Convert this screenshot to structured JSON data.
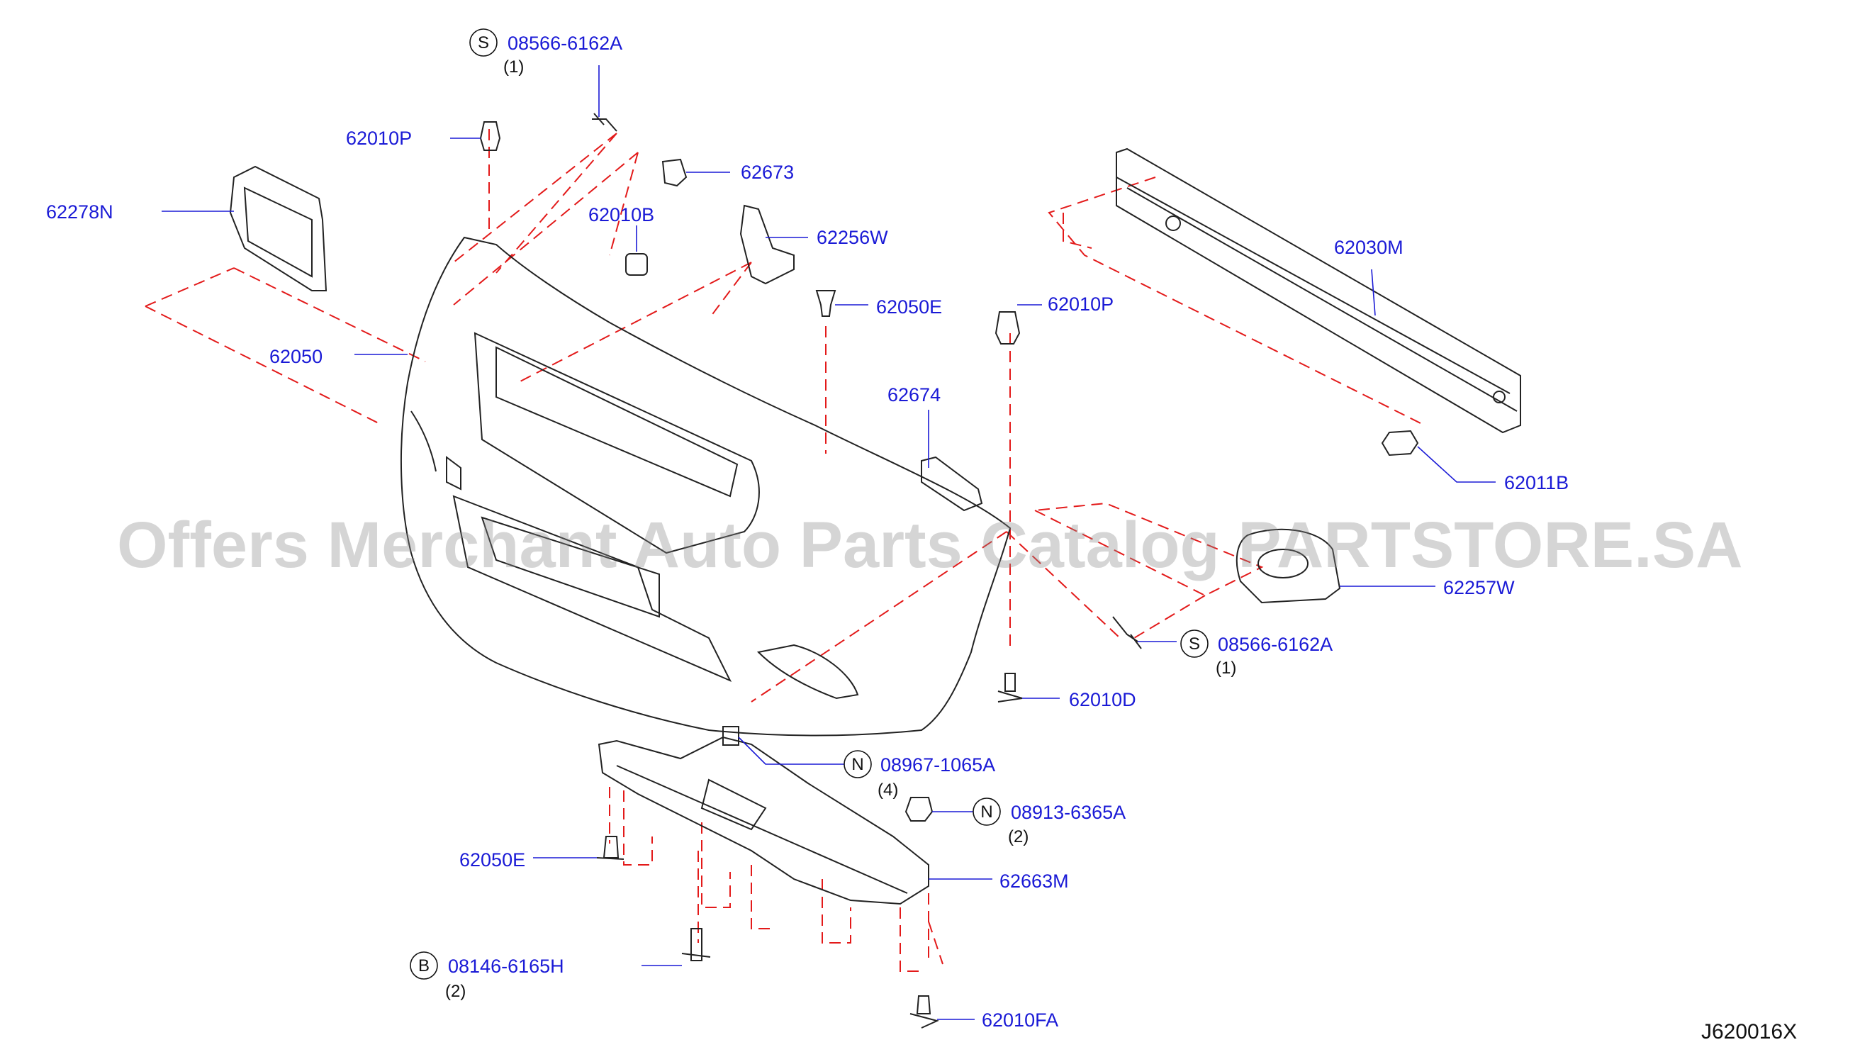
{
  "diagram_id": "J620016X",
  "watermark": "Offers Merchant Auto Parts Catalog PARTSTORE.SA",
  "callouts": [
    {
      "id": "c1",
      "part_no": "08566-6162A",
      "prefix": "S",
      "qty": "(1)"
    },
    {
      "id": "c2",
      "part_no": "62010P"
    },
    {
      "id": "c3",
      "part_no": "62673"
    },
    {
      "id": "c4",
      "part_no": "62278N"
    },
    {
      "id": "c5",
      "part_no": "62010B"
    },
    {
      "id": "c6",
      "part_no": "62256W"
    },
    {
      "id": "c7",
      "part_no": "62050E"
    },
    {
      "id": "c8",
      "part_no": "62050"
    },
    {
      "id": "c9",
      "part_no": "62010P"
    },
    {
      "id": "c10",
      "part_no": "62030M"
    },
    {
      "id": "c11",
      "part_no": "62674"
    },
    {
      "id": "c12",
      "part_no": "62011B"
    },
    {
      "id": "c13",
      "part_no": "62257W"
    },
    {
      "id": "c14",
      "part_no": "08566-6162A",
      "prefix": "S",
      "qty": "(1)"
    },
    {
      "id": "c15",
      "part_no": "62010D"
    },
    {
      "id": "c16",
      "part_no": "08967-1065A",
      "prefix": "N",
      "qty": "(4)"
    },
    {
      "id": "c17",
      "part_no": "08913-6365A",
      "prefix": "N",
      "qty": "(2)"
    },
    {
      "id": "c18",
      "part_no": "62050E"
    },
    {
      "id": "c19",
      "part_no": "62663M"
    },
    {
      "id": "c20",
      "part_no": "08146-6165H",
      "prefix": "B",
      "qty": "(2)"
    },
    {
      "id": "c21",
      "part_no": "62010FA"
    }
  ]
}
